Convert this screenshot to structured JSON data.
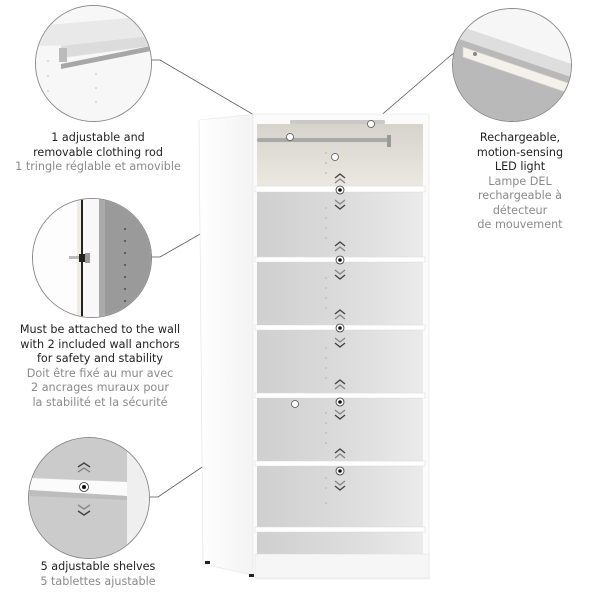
{
  "product": {
    "name": "white storage cabinet with shelves",
    "colors": {
      "body": "#fafafa",
      "interior": "#d8d8d8",
      "interior_top": "#e4e0da",
      "shelf_edge": "#ffffff",
      "callout_line": "#444444",
      "text_primary": "#222222",
      "text_secondary": "#8a8a8a"
    }
  },
  "callouts": [
    {
      "id": "clothing-rod",
      "english": "1 adjustable and\nremovable clothing rod",
      "french": "1 tringle réglable et amovible"
    },
    {
      "id": "wall-anchor",
      "english": "Must be attached to the wall\nwith 2 included wall anchors\nfor safety and stability",
      "french": "Doit être fixé au mur avec\n2 ancrages muraux pour\nla stabilité et la sécurité"
    },
    {
      "id": "shelves",
      "english": "5 adjustable shelves",
      "french": "5 tablettes ajustable"
    },
    {
      "id": "led-light",
      "english": "Rechargeable,\nmotion-sensing\nLED light",
      "french": "Lampe DEL\nrechargeable à\ndétecteur\nde mouvement"
    }
  ],
  "icons": {
    "adjust_up": "chevron-double-up",
    "adjust_down": "chevron-double-down",
    "pin": "shelf-pin"
  }
}
